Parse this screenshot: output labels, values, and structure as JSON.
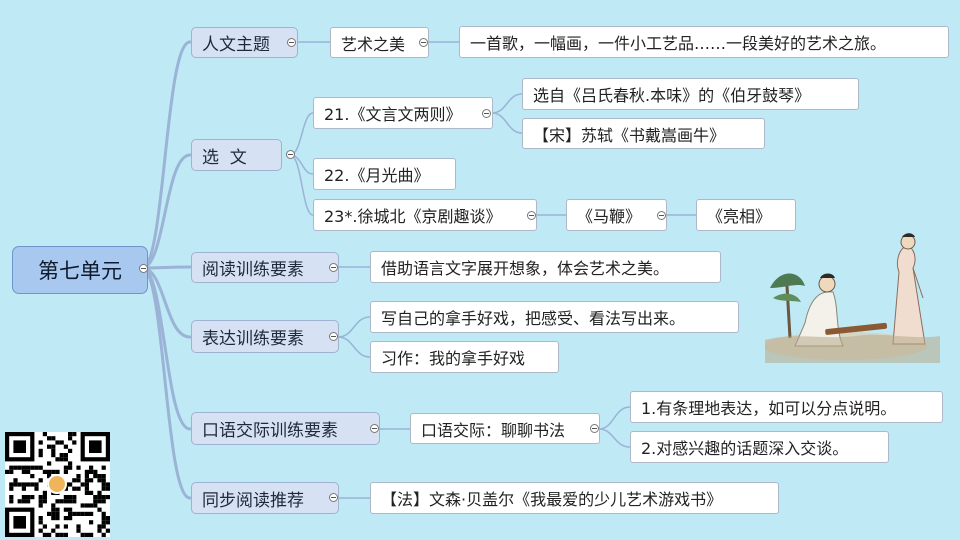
{
  "root": "第七单元",
  "branches": {
    "theme": "人文主题",
    "texts": "选  文",
    "reading": "阅读训练要素",
    "expression": "表达训练要素",
    "oral": "口语交际训练要素",
    "recommend": "同步阅读推荐"
  },
  "theme": {
    "title": "艺术之美",
    "desc": "一首歌，一幅画，一件小工艺品……一段美好的艺术之旅。"
  },
  "texts": {
    "t21": "21.《文言文两则》",
    "t21_a": "选自《吕氏春秋.本味》的《伯牙鼓琴》",
    "t21_b": "【宋】苏轼《书戴嵩画牛》",
    "t22": "22.《月光曲》",
    "t23": "23*.徐城北《京剧趣谈》",
    "t23_a": "《马鞭》",
    "t23_b": "《亮相》"
  },
  "reading": {
    "item": "借助语言文字展开想象，体会艺术之美。"
  },
  "expression": {
    "item1": "写自己的拿手好戏，把感受、看法写出来。",
    "item2": "习作：我的拿手好戏"
  },
  "oral": {
    "topic": "口语交际：聊聊书法",
    "item1": "1.有条理地表达，如可以分点说明。",
    "item2": "2.对感兴趣的话题深入交谈。"
  },
  "recommend": {
    "item": "【法】文森·贝盖尔《我最爱的少儿艺术游戏书》"
  },
  "colors": {
    "background": "#bfe9f4",
    "root": "#a8c8f0",
    "branch": "#d6e2f3",
    "connector": "#9ab3d6"
  }
}
